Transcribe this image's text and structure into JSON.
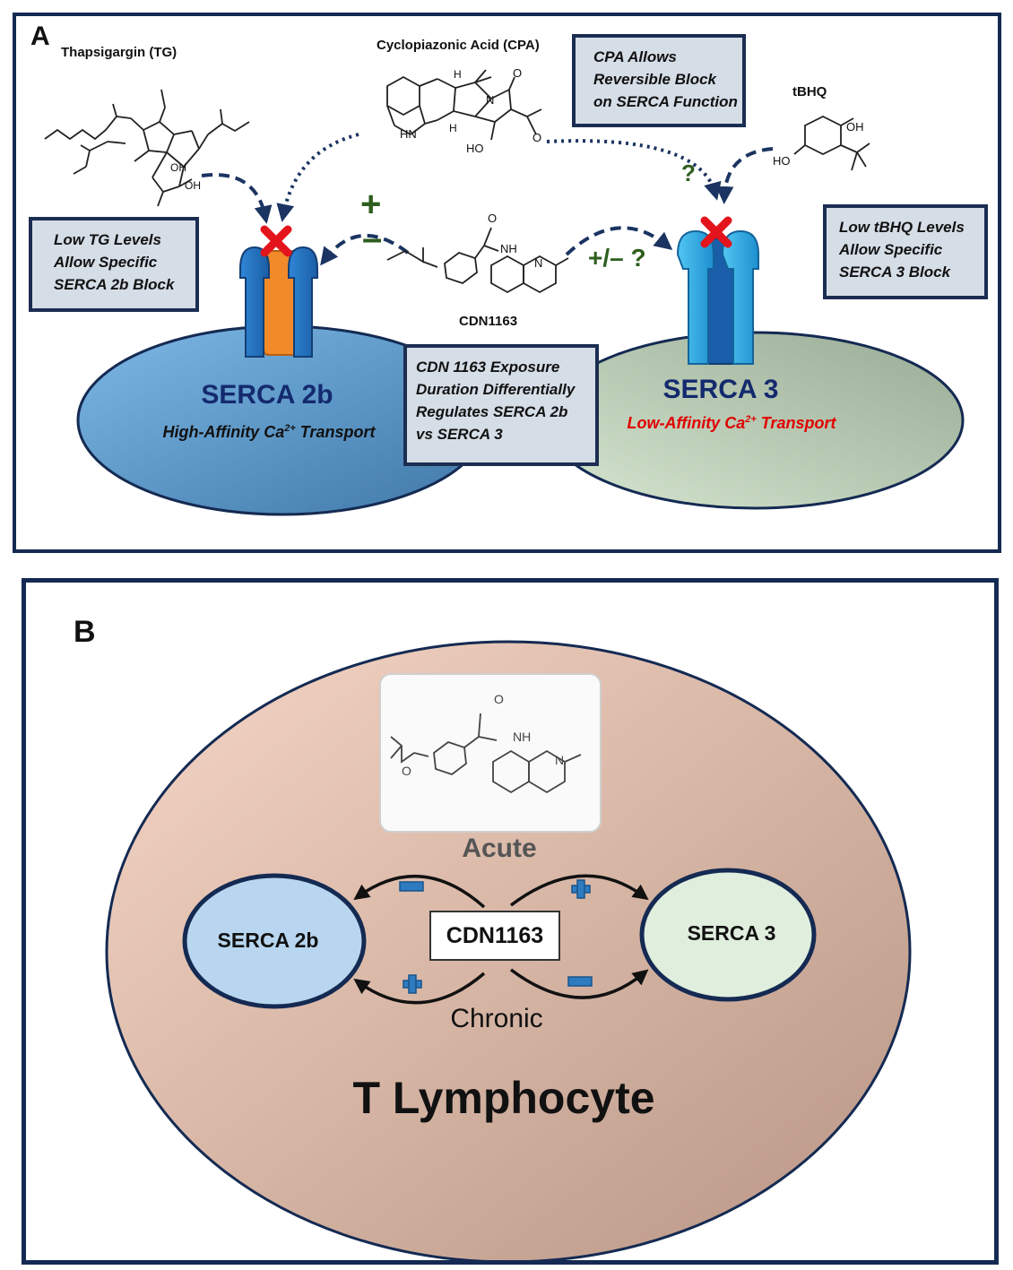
{
  "panel_a": {
    "letter": "A",
    "tg_label": "Thapsigargin (TG)",
    "cpa_label": "Cyclopiazonic Acid (CPA)",
    "tbhq_label": "tBHQ",
    "cdn_label": "CDN1163",
    "note_tg": [
      "Low TG Levels",
      "Allow Specific",
      "SERCA 2b Block"
    ],
    "note_cpa": [
      "CPA Allows",
      "Reversible Block",
      "on SERCA Function"
    ],
    "note_tbhq": [
      "Low tBHQ Levels",
      "Allow Specific",
      "SERCA 3 Block"
    ],
    "note_cdn": [
      "CDN 1163 Exposure",
      "Duration Differentially",
      "Regulates SERCA 2b",
      "vs SERCA 3"
    ],
    "serca2b_title": "SERCA 2b",
    "serca2b_sub_pre": "High-Affinity Ca",
    "serca2b_sub_sup": "2+",
    "serca2b_sub_post": " Transport",
    "serca3_title": "SERCA 3",
    "serca3_sub_pre": "Low-Affinity Ca",
    "serca3_sub_sup": "2+",
    "serca3_sub_post": " Transport",
    "plus_sign": "+",
    "minus_sign": "–",
    "plus_minus_q": "+/– ?",
    "question": "?",
    "atoms": {
      "hn": "HN",
      "h1": "H",
      "h2": "H",
      "n": "N",
      "o1": "O",
      "o2": "O",
      "ho": "HO",
      "oh_top": "OH",
      "ho_left": "HO",
      "oh1": "OH",
      "oh2": "OH",
      "nh": "NH",
      "n_q": "N",
      "o_c": "O"
    }
  },
  "panel_b": {
    "letter": "B",
    "acute_label": "Acute",
    "chronic_label": "Chronic",
    "cdn_box_label": "CDN1163",
    "serca2b_label": "SERCA 2b",
    "serca3_label": "SERCA 3",
    "cell_label": "T Lymphocyte",
    "atoms": {
      "o": "O",
      "nh": "NH",
      "n": "N",
      "o2": "O"
    }
  },
  "colors": {
    "frame": "#142a52",
    "serca2b_fill": "#5b9bd5",
    "serca3_fill": "#c5d8c1",
    "cell_fill": "#d7a897",
    "pump_blue": "#1f6fbf",
    "pump_orange": "#f28a2a",
    "block_red": "#e3141b",
    "plus_green": "#2e5e1e",
    "plus_blue": "#2f7bc0",
    "low_affinity_red": "#e00000"
  }
}
